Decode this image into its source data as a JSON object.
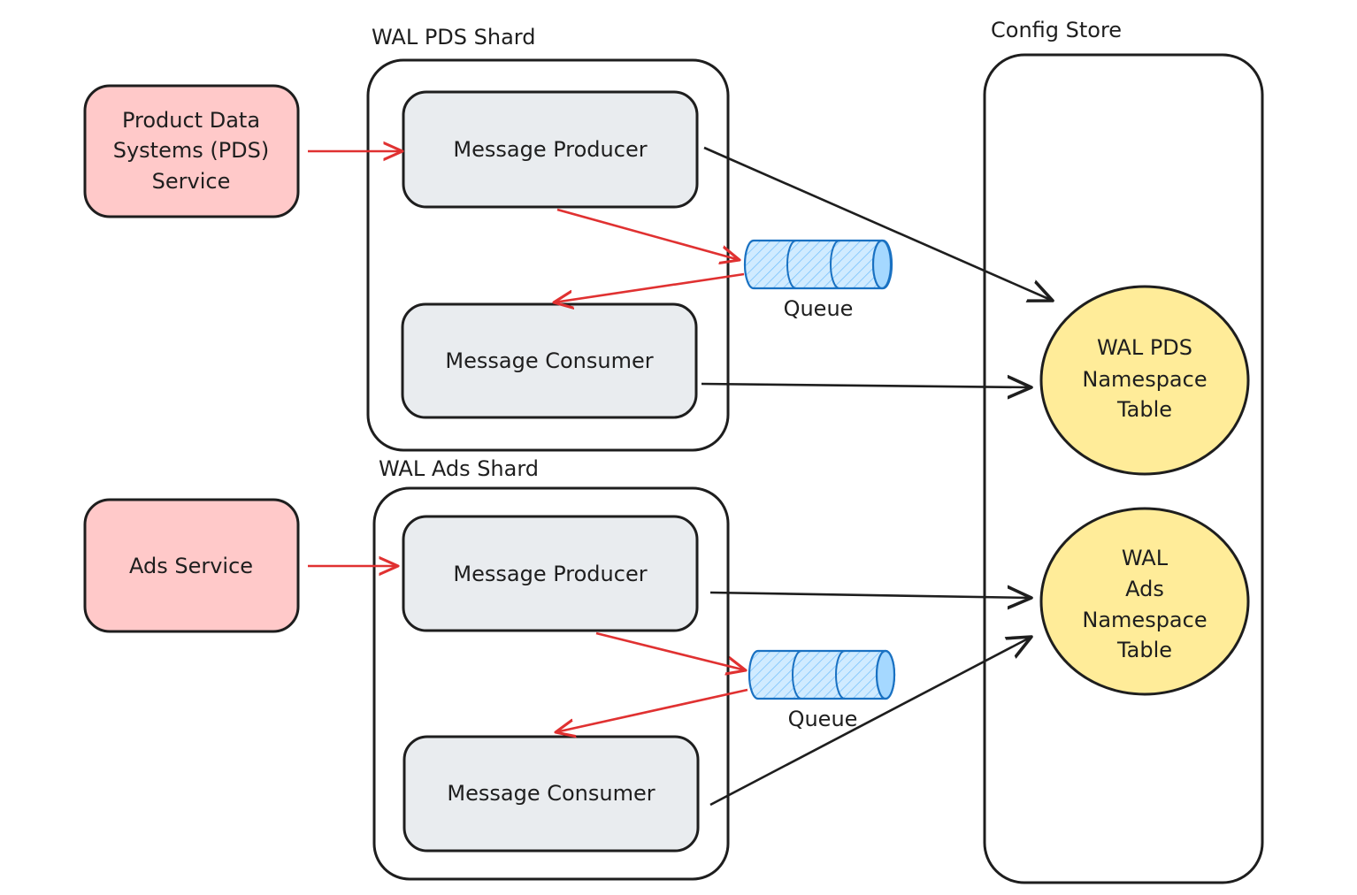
{
  "colors": {
    "stroke": "#1e1e1e",
    "service_fill": "#ffc9c9",
    "component_fill": "#e9ecef",
    "table_fill": "#ffec99",
    "queue_fill": "#a5d8ff",
    "queue_stroke": "#1971c2",
    "data_arrow": "#e03131",
    "config_arrow": "#1e1e1e"
  },
  "services": [
    {
      "id": "pds-service",
      "lines": [
        "Product Data",
        "Systems (PDS)",
        "Service"
      ]
    },
    {
      "id": "ads-service",
      "lines": [
        "Ads Service"
      ]
    }
  ],
  "shards": [
    {
      "id": "wal-pds-shard",
      "title": "WAL PDS Shard",
      "producer": "Message Producer",
      "consumer": "Message Consumer",
      "queue_label": "Queue"
    },
    {
      "id": "wal-ads-shard",
      "title": "WAL Ads Shard",
      "producer": "Message Producer",
      "consumer": "Message Consumer",
      "queue_label": "Queue"
    }
  ],
  "config_store": {
    "title": "Config Store",
    "tables": [
      {
        "id": "wal-pds-namespace-table",
        "lines": [
          "WAL PDS",
          "Namespace",
          "Table"
        ]
      },
      {
        "id": "wal-ads-namespace-table",
        "lines": [
          "WAL",
          "Ads",
          "Namespace",
          "Table"
        ]
      }
    ]
  },
  "edges": [
    {
      "from": "PDS Service",
      "to": "WAL PDS Shard / Message Producer",
      "kind": "data"
    },
    {
      "from": "WAL PDS Shard / Message Producer",
      "to": "WAL PDS Shard / Queue",
      "kind": "data"
    },
    {
      "from": "WAL PDS Shard / Queue",
      "to": "WAL PDS Shard / Message Consumer",
      "kind": "data"
    },
    {
      "from": "WAL PDS Shard / Message Producer",
      "to": "WAL PDS Namespace Table",
      "kind": "config"
    },
    {
      "from": "WAL PDS Shard / Message Consumer",
      "to": "WAL PDS Namespace Table",
      "kind": "config"
    },
    {
      "from": "Ads Service",
      "to": "WAL Ads Shard / Message Producer",
      "kind": "data"
    },
    {
      "from": "WAL Ads Shard / Message Producer",
      "to": "WAL Ads Shard / Queue",
      "kind": "data"
    },
    {
      "from": "WAL Ads Shard / Queue",
      "to": "WAL Ads Shard / Message Consumer",
      "kind": "data"
    },
    {
      "from": "WAL Ads Shard / Message Producer",
      "to": "WAL Ads Namespace Table",
      "kind": "config"
    },
    {
      "from": "WAL Ads Shard / Message Consumer",
      "to": "WAL Ads Namespace Table",
      "kind": "config"
    }
  ]
}
